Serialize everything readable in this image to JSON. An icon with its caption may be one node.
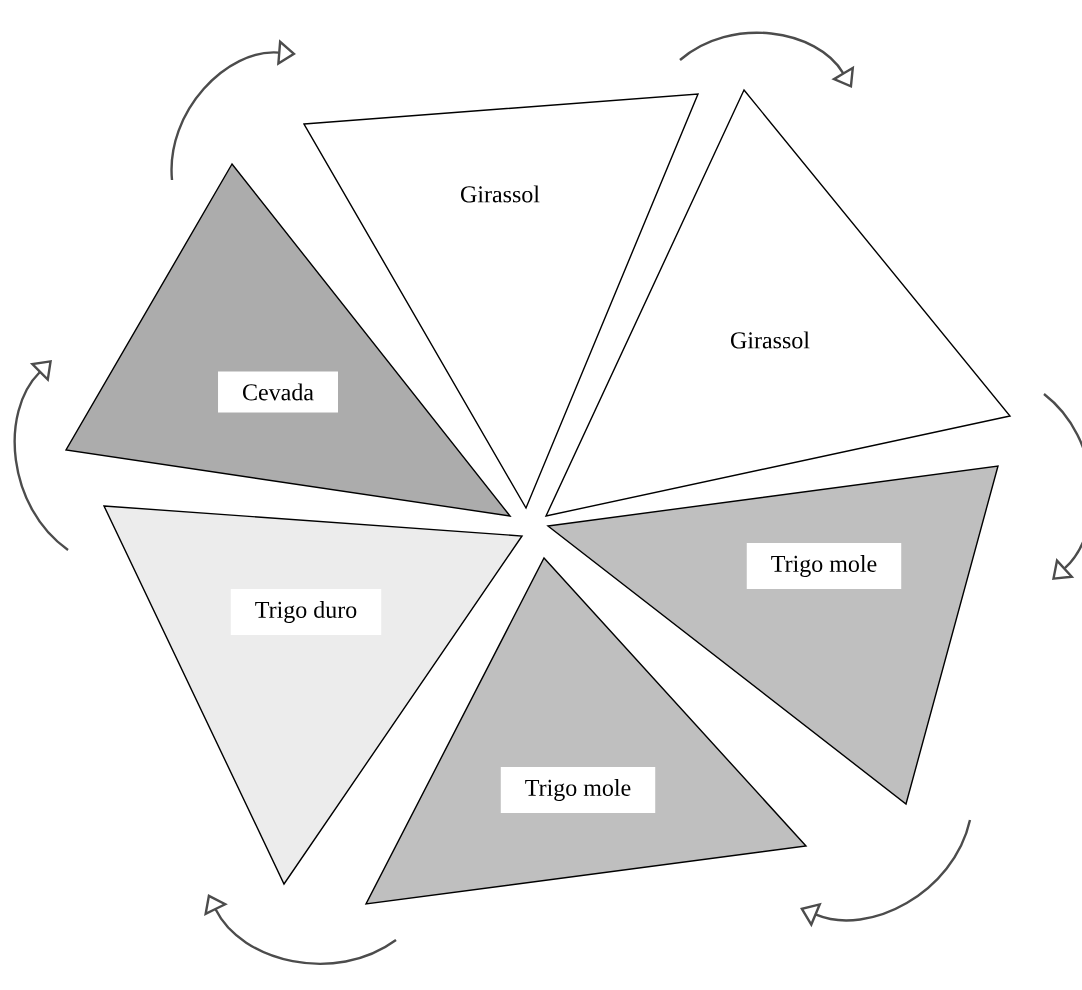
{
  "diagram": {
    "nodes": [
      {
        "text": [
          "Girassol"
        ]
      },
      {
        "text": [
          "Girassol"
        ]
      },
      {
        "text": [
          "Cevada"
        ]
      },
      {
        "text": [
          "Trigo mole"
        ]
      },
      {
        "text": [
          "Trigo duro"
        ]
      },
      {
        "text": [
          "Trigo mole"
        ]
      }
    ],
    "edges": [
      {
        "from": 0,
        "to": 1,
        "arrow": "to"
      },
      {
        "from": 1,
        "to": 3,
        "arrow": "to"
      },
      {
        "from": 3,
        "to": 5,
        "arrow": "to"
      },
      {
        "from": 5,
        "to": 4,
        "arrow": "to"
      },
      {
        "from": 4,
        "to": 2,
        "arrow": "to"
      },
      {
        "from": 2,
        "to": 0,
        "arrow": "to"
      }
    ]
  }
}
